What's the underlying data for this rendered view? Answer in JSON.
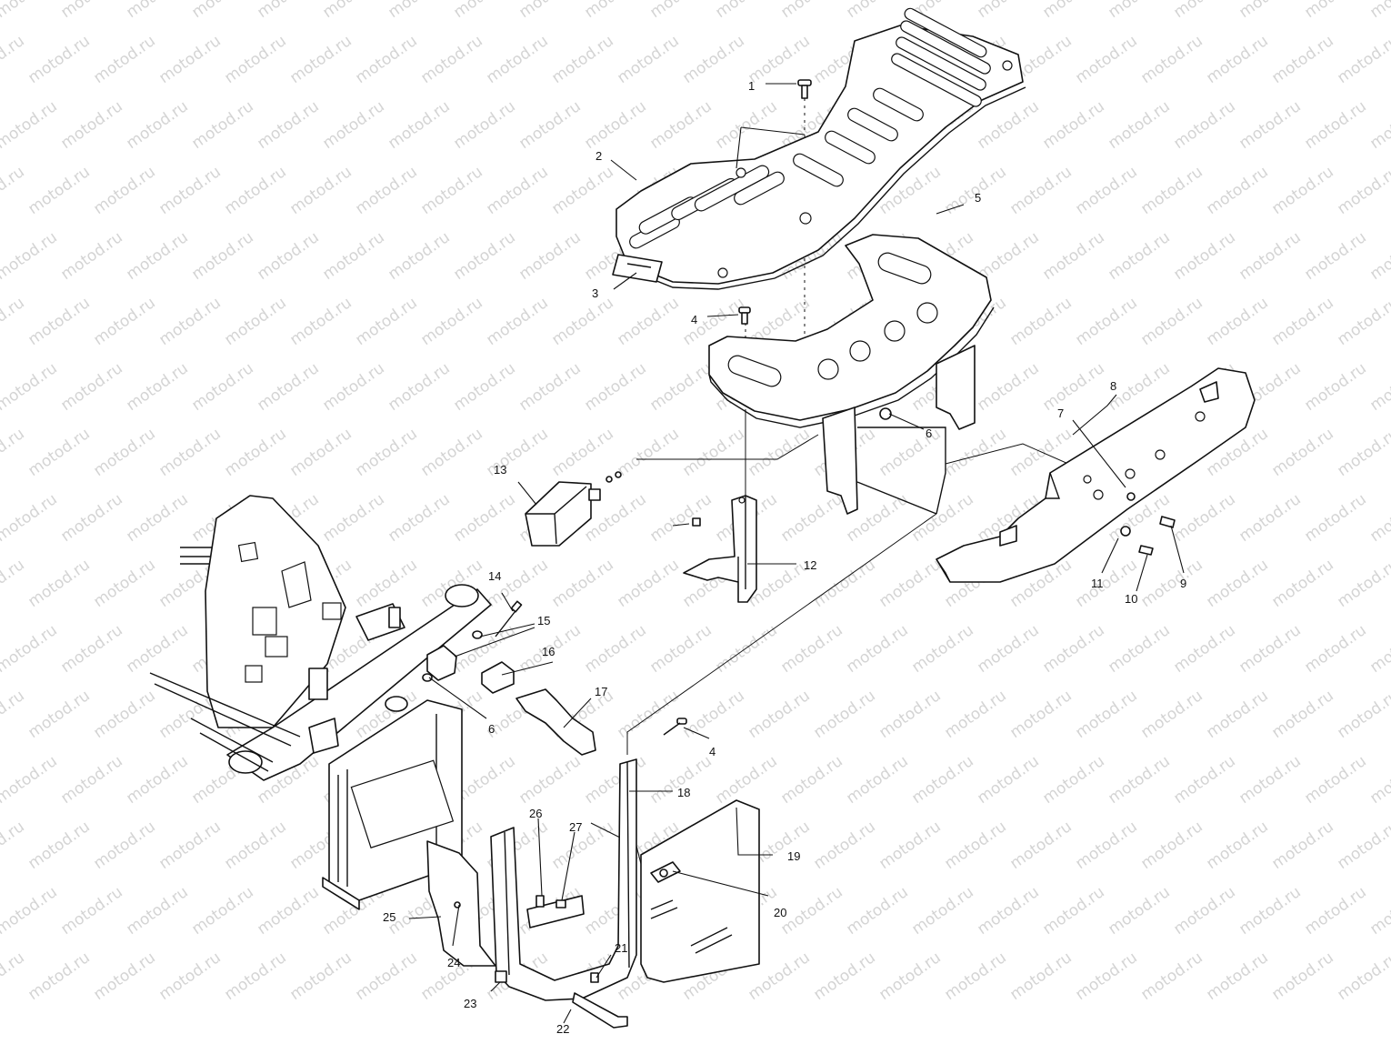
{
  "watermark": {
    "text": "motod.ru",
    "color": "#d4d4d4"
  },
  "parts": [
    {
      "id": "bolt-1",
      "label": "1"
    },
    {
      "id": "rear-rack",
      "label": "2"
    },
    {
      "id": "reflector",
      "label": "3"
    },
    {
      "id": "bolt-4",
      "label": "4"
    },
    {
      "id": "rack-support",
      "label": "5"
    },
    {
      "id": "nut-6",
      "label": "6"
    },
    {
      "id": "washer-7",
      "label": "7"
    },
    {
      "id": "rear-bumper",
      "label": "8"
    },
    {
      "id": "bolt-9",
      "label": "9"
    },
    {
      "id": "bolt-10",
      "label": "10"
    },
    {
      "id": "washer-11",
      "label": "11"
    },
    {
      "id": "rear-brace",
      "label": "12"
    },
    {
      "id": "taillight",
      "label": "13"
    },
    {
      "id": "bolt-14",
      "label": "14"
    },
    {
      "id": "washer-15",
      "label": "15"
    },
    {
      "id": "spacer-16",
      "label": "16"
    },
    {
      "id": "tube-17",
      "label": "17"
    },
    {
      "id": "front-bumper",
      "label": "18"
    },
    {
      "id": "shield-19",
      "label": "19"
    },
    {
      "id": "rivet-20",
      "label": "20"
    },
    {
      "id": "screw-21",
      "label": "21"
    },
    {
      "id": "hook-22",
      "label": "22"
    },
    {
      "id": "nut-23",
      "label": "23"
    },
    {
      "id": "screw-24",
      "label": "24"
    },
    {
      "id": "panel-25",
      "label": "25"
    },
    {
      "id": "screw-26",
      "label": "26"
    },
    {
      "id": "clip-27",
      "label": "27"
    }
  ]
}
